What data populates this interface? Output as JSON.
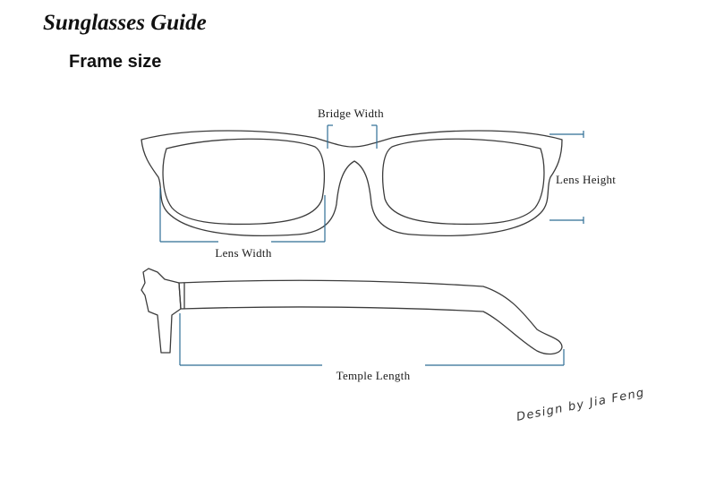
{
  "header": {
    "title": "Sunglasses Guide",
    "subtitle": "Frame size"
  },
  "labels": {
    "bridge_width": "Bridge Width",
    "lens_height": "Lens Height",
    "lens_width": "Lens Width",
    "temple_length": "Temple Length"
  },
  "signature": "Design by Jia Feng",
  "colors": {
    "dimension_line": "#2f6e95",
    "outline": "#3c3c3c"
  }
}
